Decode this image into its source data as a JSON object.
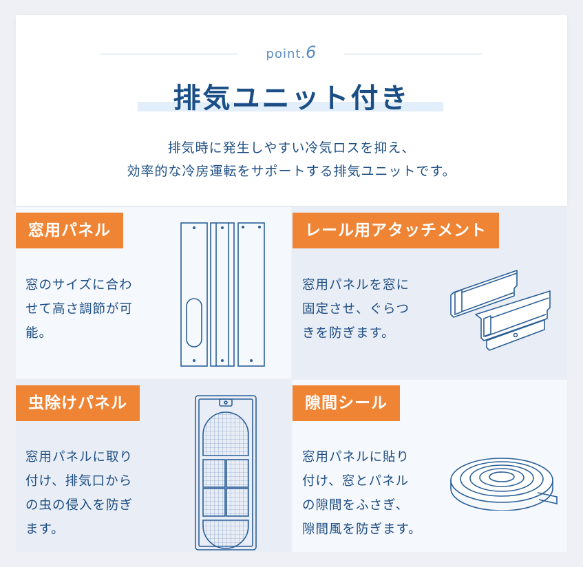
{
  "header": {
    "point_prefix": "point.",
    "point_number": "6",
    "title": "排気ユニット付き",
    "description_lines": [
      "排気時に発生しやすい冷気ロスを抑え、",
      "効率的な冷房運転をサポートする排気ユニットです。"
    ]
  },
  "features": [
    {
      "tag": "窓用パネル",
      "lines": [
        "窓のサイズに合わ",
        "せて高さ調節が可",
        "能。"
      ],
      "icon": "window-panel-icon"
    },
    {
      "tag": "レール用アタッチメント",
      "lines": [
        "窓用パネルを窓に",
        "固定させ、ぐらつ",
        "きを防ぎます。"
      ],
      "icon": "rail-attachment-icon"
    },
    {
      "tag": "虫除けパネル",
      "lines": [
        "窓用パネルに取り",
        "付け、排気口から",
        "の虫の侵入を防ぎ",
        "ます。"
      ],
      "icon": "insect-screen-panel-icon"
    },
    {
      "tag": "隙間シール",
      "lines": [
        "窓用パネルに貼り",
        "付け、窓とパネル",
        "の隙間をふさぎ、",
        "隙間風を防ぎます。"
      ],
      "icon": "gap-seal-roll-icon"
    }
  ],
  "colors": {
    "accent": "#ef8434",
    "text": "#1d4d82",
    "title": "#1a4e85",
    "line": "#2a5f98"
  }
}
